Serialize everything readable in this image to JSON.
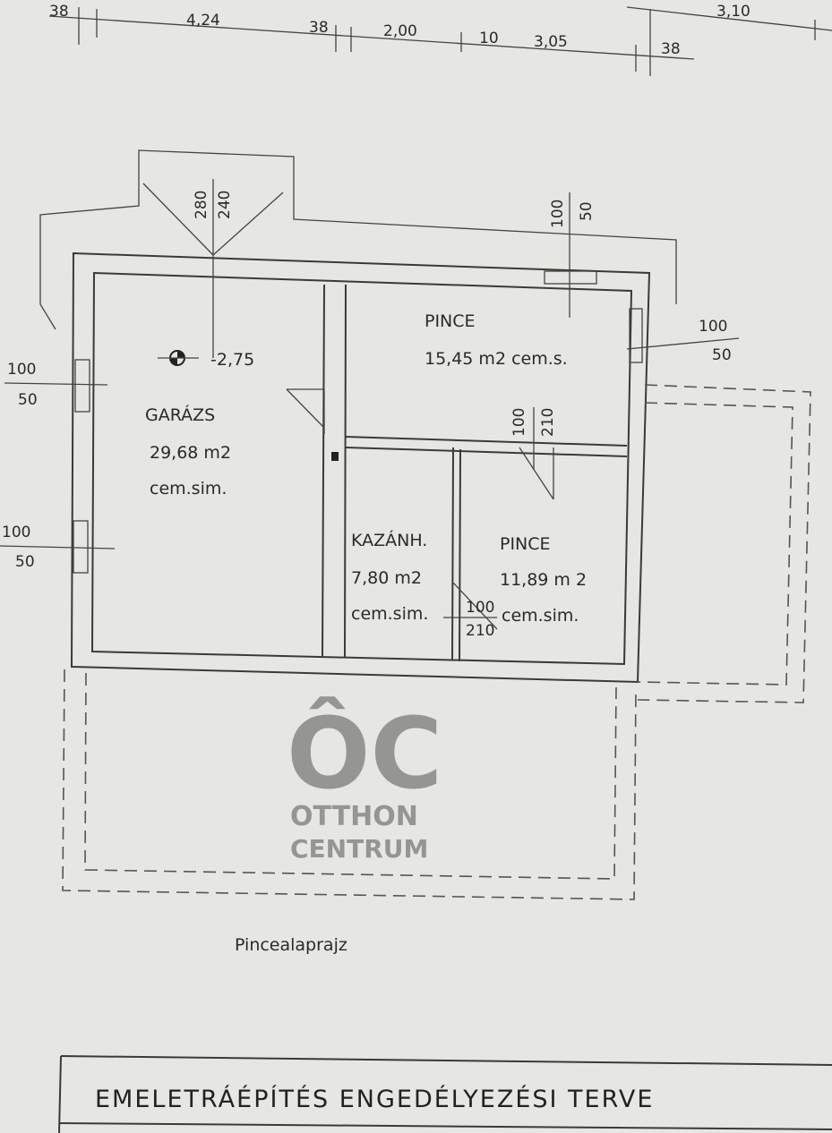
{
  "dimensions_top": [
    "38",
    "4,24",
    "38",
    "2,00",
    "10",
    "3,05",
    "38",
    "3,10"
  ],
  "openings": {
    "garage_door": [
      "280",
      "240"
    ],
    "pince_window_top": [
      "100",
      "50"
    ],
    "pince_window_right": [
      "100",
      "50"
    ],
    "garage_window_upper": [
      "100",
      "50"
    ],
    "garage_window_lower": [
      "100",
      "50"
    ],
    "pince_door": [
      "100",
      "210"
    ],
    "kazan_door": [
      "100",
      "210"
    ]
  },
  "level_mark": "-2,75",
  "rooms": [
    {
      "name": "GARÁZS",
      "area": "29,68 m2",
      "floor": "cem.sim."
    },
    {
      "name": "PINCE",
      "area": "15,45 m2 cem.s.",
      "floor": ""
    },
    {
      "name": "KAZÁNH.",
      "area": "7,80 m2",
      "floor": "cem.sim."
    },
    {
      "name": "PINCE",
      "area": "11,89 m 2",
      "floor": "cem.sim."
    }
  ],
  "plan_caption": "Pincealaprajz",
  "title_block": "EMELETRÁÉPÍTÉS ENGEDÉLYEZÉSI TERVE",
  "watermark": {
    "logo": "ÔC",
    "line1": "OTTHON",
    "line2": "CENTRUM"
  }
}
